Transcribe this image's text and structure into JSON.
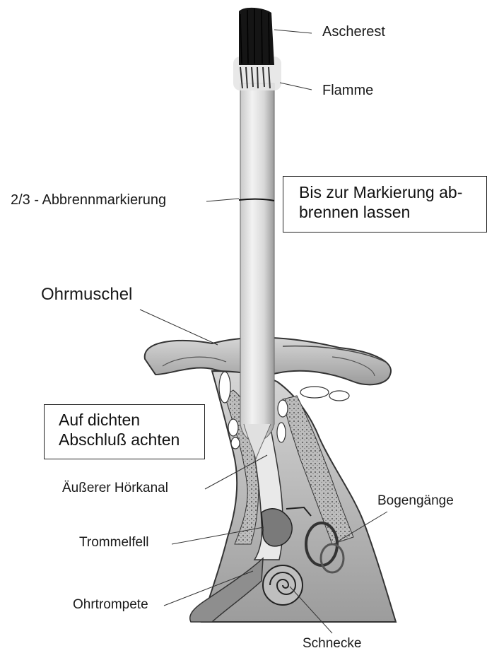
{
  "labels": {
    "ascherest": "Ascherest",
    "flamme": "Flamme",
    "markierung": "2/3 - Abbrennmarkierung",
    "ohrmuschel": "Ohrmuschel",
    "hoerkanal": "Äußerer Hörkanal",
    "trommelfell": "Trommelfell",
    "ohrtrompete": "Ohrtrompete",
    "bogengaenge": "Bogengänge",
    "schnecke": "Schnecke"
  },
  "callouts": {
    "burn_line1": "Bis zur Markierung ab-",
    "burn_line2": "brennen lassen",
    "seal_line1": "Auf dichten",
    "seal_line2": "Abschluß achten"
  }
}
